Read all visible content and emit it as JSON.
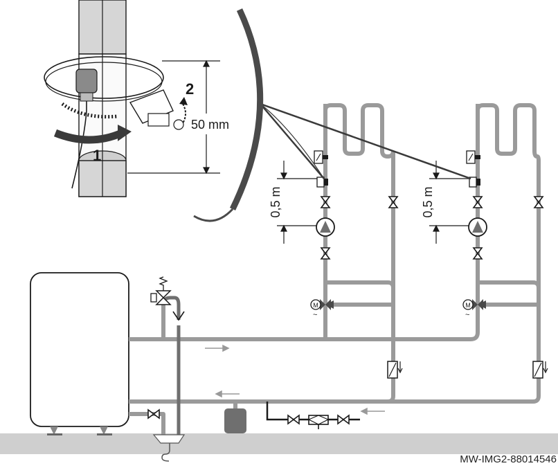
{
  "labels": {
    "step1": "1",
    "step2": "2",
    "distance": "50 mm",
    "height_left": "0,5 m",
    "height_right": "0,5 m",
    "reference": "MW-IMG2-88014546"
  },
  "colors": {
    "pipe": "#9a9a9a",
    "pipe_dark": "#6f6f6f",
    "line": "#1a1a1a",
    "floor": "#cfcfcf",
    "lens": "#4a4a4a",
    "arrow": "#999999"
  },
  "icons": [
    "arrow-icon",
    "valve-icon",
    "pump-icon",
    "motor-valve-icon",
    "temperature-sensor-icon",
    "safety-valve-icon",
    "check-valve-icon",
    "filter-icon",
    "expansion-vessel-icon",
    "drain-icon"
  ]
}
